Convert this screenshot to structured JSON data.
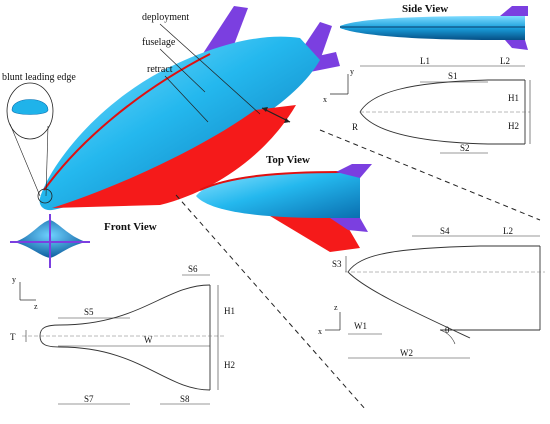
{
  "labels": {
    "deployment": "deployment",
    "fuselage": "fuselage",
    "retract": "retract",
    "blunt_leading_edge": "blunt leading edge"
  },
  "views": {
    "side": "Side View",
    "top": "Top View",
    "front": "Front View"
  },
  "side_dims": {
    "l1": "L1",
    "l2": "L2",
    "s1": "S1",
    "s2": "S2",
    "h1": "H1",
    "h2": "H2",
    "r": "R",
    "axis_y": "y",
    "axis_x": "x"
  },
  "top_dims": {
    "s4": "S4",
    "l2": "L2",
    "s3": "S3",
    "w1": "W1",
    "w2": "W2",
    "theta": "θ",
    "axis_z": "z",
    "axis_x": "x"
  },
  "front_dims": {
    "s6": "S6",
    "s5": "S5",
    "s7": "S7",
    "s8": "S8",
    "h1": "H1",
    "h2": "H2",
    "t": "T",
    "w": "W",
    "axis_y": "y",
    "axis_z": "z"
  },
  "colors": {
    "fuselage_blue": "#1fb3ea",
    "wing_red": "#f51a1a",
    "fin_purple": "#7b3fe0",
    "line": "#333333"
  }
}
